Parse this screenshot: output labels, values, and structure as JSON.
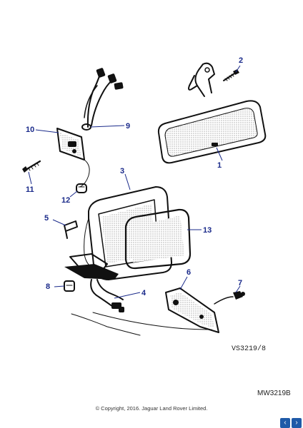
{
  "callouts": {
    "c1": "1",
    "c2": "2",
    "c3": "3",
    "c4": "4",
    "c5": "5",
    "c6": "6",
    "c7": "7",
    "c8": "8",
    "c9": "9",
    "c10": "10",
    "c11": "11",
    "c12": "12",
    "c13": "13"
  },
  "drawing_code": "VS3219/8",
  "figure_ref": "MW3219B",
  "copyright": "© Copyright, 2016. Jaguar Land Rover Limited.",
  "pager": {
    "prev": "‹",
    "next": "›"
  },
  "colors": {
    "callout": "#1a2a8a",
    "ink": "#111111",
    "pager": "#1f5aa8"
  }
}
